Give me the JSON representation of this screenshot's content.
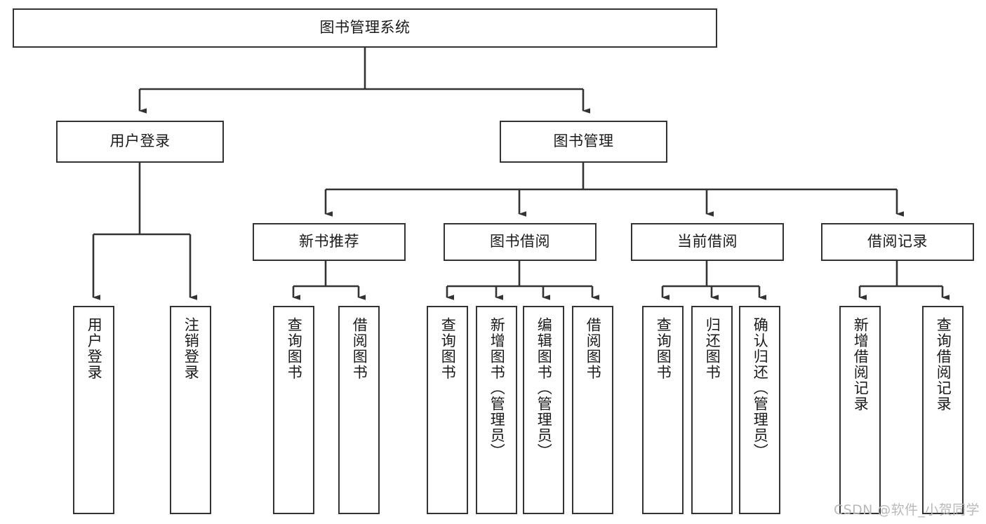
{
  "diagram": {
    "type": "tree-hierarchy",
    "title": "图书管理系统",
    "orientation": "top-down",
    "colors": {
      "node_border": "#333333",
      "node_fill": "#ffffff",
      "connector": "#333333",
      "text": "#1a1a1a",
      "watermark": "#b9b9b9",
      "background": "#ffffff"
    },
    "root": {
      "label": "图书管理系统"
    },
    "level2": [
      {
        "label": "用户登录"
      },
      {
        "label": "图书管理"
      }
    ],
    "level3": [
      {
        "label": "新书推荐"
      },
      {
        "label": "图书借阅"
      },
      {
        "label": "当前借阅"
      },
      {
        "label": "借阅记录"
      }
    ],
    "leaves": {
      "user_login": [
        {
          "label": "用户登录"
        },
        {
          "label": "注销登录"
        }
      ],
      "new_book_recommend": [
        {
          "label": "查询图书"
        },
        {
          "label": "借阅图书"
        }
      ],
      "book_borrow": [
        {
          "label": "查询图书"
        },
        {
          "label": "新增图书（管理员）"
        },
        {
          "label": "编辑图书（管理员）"
        },
        {
          "label": "借阅图书"
        }
      ],
      "current_borrow": [
        {
          "label": "查询图书"
        },
        {
          "label": "归还图书"
        },
        {
          "label": "确认归还（管理员）"
        }
      ],
      "borrow_record": [
        {
          "label": "新增借阅记录"
        },
        {
          "label": "查询借阅记录"
        }
      ]
    }
  },
  "watermark": {
    "text": "CSDN @软件_小贺同学"
  }
}
